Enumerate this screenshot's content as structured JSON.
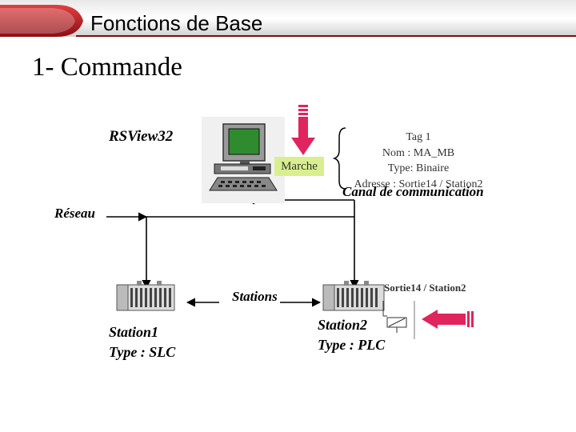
{
  "header": {
    "title": "Fonctions de Base"
  },
  "slide": {
    "title": "1- Commande"
  },
  "diagram": {
    "computer_label": "RSView32",
    "marche_label": "Marche",
    "tag": {
      "line1": "Tag 1",
      "line2": "Nom : MA_MB",
      "line3": "Type: Binaire",
      "line4": "Adresse : Sortie14 / Station2"
    },
    "canal_label": "Canal de communication",
    "reseau_label": "Réseau",
    "stations_label": "Stations",
    "station1": {
      "name": "Station1",
      "type": "Type : SLC"
    },
    "station2": {
      "name": "Station2",
      "type": "Type : PLC"
    },
    "sortie_label": "Sortie14 / Station2",
    "colors": {
      "accent_red": "#e0245e",
      "marche_bg": "#d9ef8f",
      "header_red": "#c0202a"
    }
  }
}
